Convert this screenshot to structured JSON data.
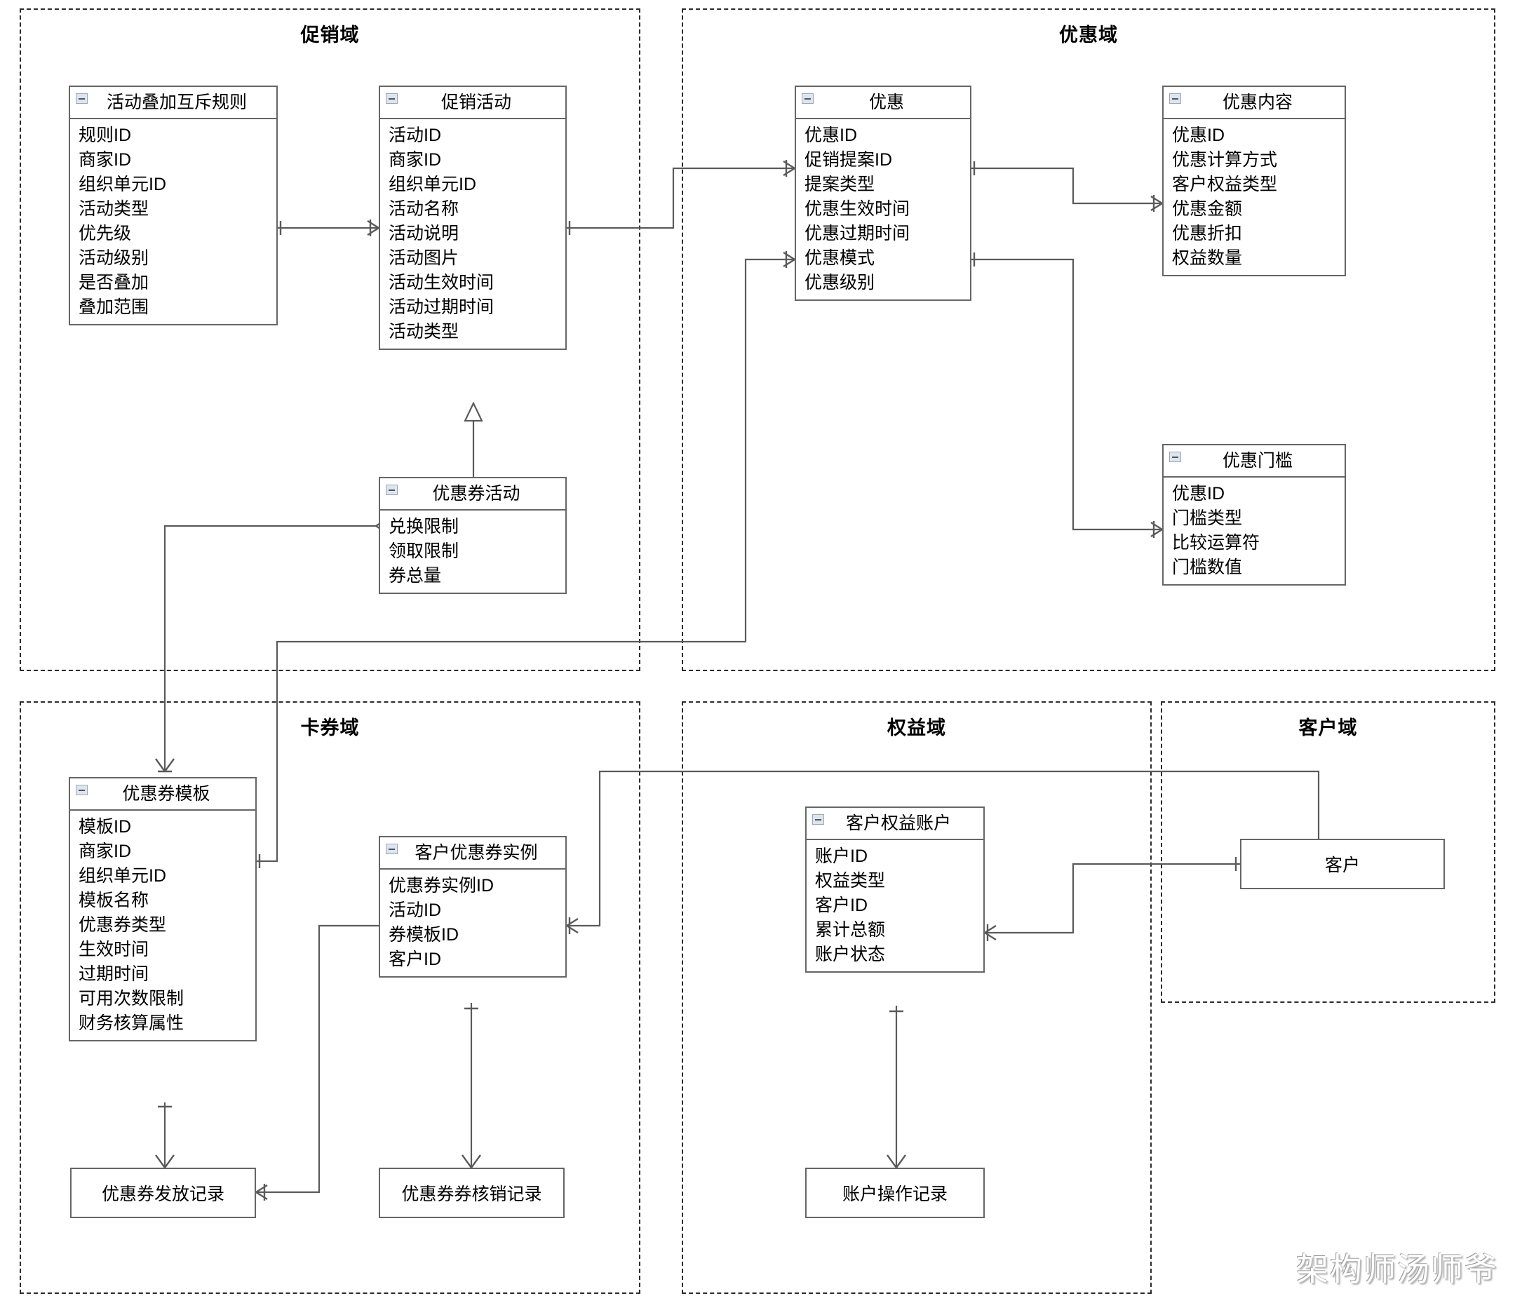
{
  "diagram": {
    "type": "entity-relationship-diagram",
    "watermark": "架构师汤师爷"
  },
  "domains": [
    {
      "id": "promotion",
      "title": "促销域"
    },
    {
      "id": "discount",
      "title": "优惠域"
    },
    {
      "id": "coupon",
      "title": "卡券域"
    },
    {
      "id": "benefit",
      "title": "权益域"
    },
    {
      "id": "customer",
      "title": "客户域"
    }
  ],
  "entities": {
    "stack_rule": {
      "title": "活动叠加互斥规则",
      "attributes": [
        "规则ID",
        "商家ID",
        "组织单元ID",
        "活动类型",
        "优先级",
        "活动级别",
        "是否叠加",
        "叠加范围"
      ]
    },
    "promotion_activity": {
      "title": "促销活动",
      "attributes": [
        "活动ID",
        "商家ID",
        "组织单元ID",
        "活动名称",
        "活动说明",
        "活动图片",
        "活动生效时间",
        "活动过期时间",
        "活动类型"
      ]
    },
    "coupon_activity": {
      "title": "优惠券活动",
      "attributes": [
        "兑换限制",
        "领取限制",
        "券总量"
      ]
    },
    "discount": {
      "title": "优惠",
      "attributes": [
        "优惠ID",
        "促销提案ID",
        "提案类型",
        "优惠生效时间",
        "优惠过期时间",
        "优惠模式",
        "优惠级别"
      ]
    },
    "discount_content": {
      "title": "优惠内容",
      "attributes": [
        "优惠ID",
        "优惠计算方式",
        "客户权益类型",
        "优惠金额",
        "优惠折扣",
        "权益数量"
      ]
    },
    "discount_threshold": {
      "title": "优惠门槛",
      "attributes": [
        "优惠ID",
        "门槛类型",
        "比较运算符",
        "门槛数值"
      ]
    },
    "coupon_template": {
      "title": "优惠券模板",
      "attributes": [
        "模板ID",
        "商家ID",
        "组织单元ID",
        "模板名称",
        "优惠券类型",
        "生效时间",
        "过期时间",
        "可用次数限制",
        "财务核算属性"
      ]
    },
    "customer_coupon_instance": {
      "title": "客户优惠券实例",
      "attributes": [
        "优惠券实例ID",
        "活动ID",
        "券模板ID",
        "客户ID"
      ]
    },
    "benefit_account": {
      "title": "客户权益账户",
      "attributes": [
        "账户ID",
        "权益类型",
        "客户ID",
        "累计总额",
        "账户状态"
      ]
    },
    "coupon_issue_record": {
      "title": "优惠券发放记录"
    },
    "coupon_redeem_record": {
      "title": "优惠券券核销记录"
    },
    "account_operation_record": {
      "title": "账户操作记录"
    },
    "customer": {
      "title": "客户"
    }
  },
  "colors": {
    "entity_border": "#666666",
    "domain_border": "#2b2b2b",
    "wire": "#5a5a5a",
    "background": "#ffffff",
    "icon_fill": "#dfe5ec"
  }
}
